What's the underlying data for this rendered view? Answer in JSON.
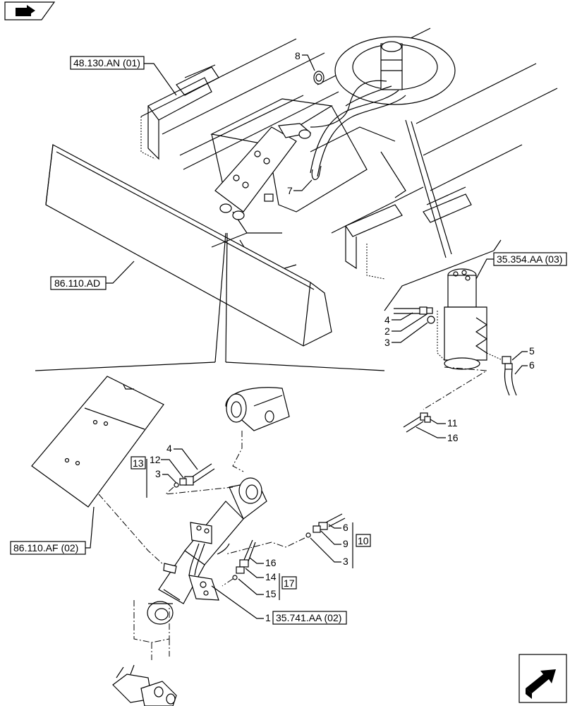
{
  "refs": {
    "r48130": "48.130.AN (01)",
    "r86110ad": "86.110.AD",
    "r35354": "35.354.AA (03)",
    "r86110af": "86.110.AF (02)",
    "r35741": "35.741.AA (02)"
  },
  "callouts": {
    "c8": "8",
    "c7": "7",
    "c4a": "4",
    "c2": "2",
    "c3a": "3",
    "c5": "5",
    "c6": "6",
    "c11": "11",
    "c16a": "16",
    "c4b": "4",
    "c12": "12",
    "c3b": "3",
    "g13": "13",
    "c6b": "6",
    "c9": "9",
    "c3c": "3",
    "g10": "10",
    "c16b": "16",
    "c14": "14",
    "c15": "15",
    "g17": "17",
    "c1": "1"
  },
  "icons": {
    "top_left": "navigation-arrow-icon",
    "bottom_right": "next-page-arrow-icon"
  }
}
